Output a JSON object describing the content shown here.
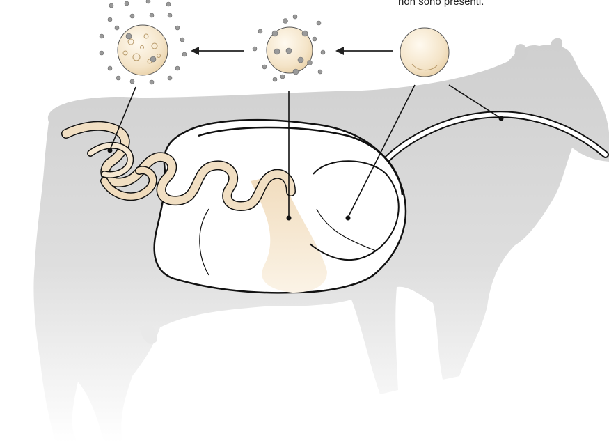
{
  "caption_text": "non sono presenti.",
  "colors": {
    "cow_silhouette": "#d3d3d3",
    "organ_outline": "#111111",
    "content_fill": "#f3e3cb",
    "particle": "#9a9a9a",
    "arrow": "#222222"
  },
  "stages": [
    {
      "name": "particle-empty",
      "particles": "none"
    },
    {
      "name": "particle-partly-colonised",
      "particles": "some"
    },
    {
      "name": "particle-fully-colonised",
      "particles": "many"
    }
  ],
  "icons": [
    "arrow-left-icon",
    "arrow-left-icon"
  ]
}
